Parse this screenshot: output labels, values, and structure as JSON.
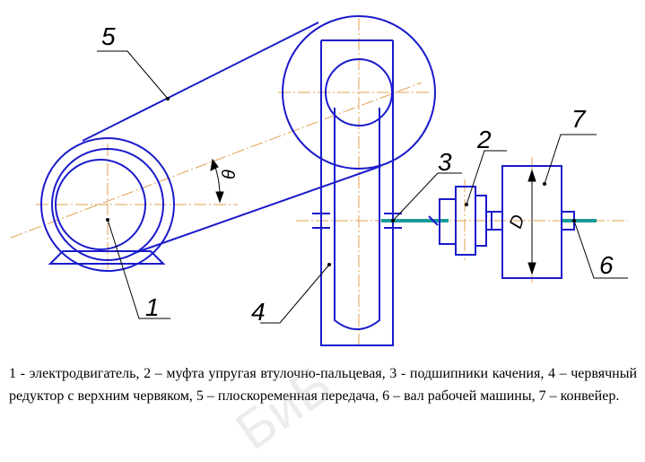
{
  "labels": {
    "l1": "1",
    "l2": "2",
    "l3": "3",
    "l4": "4",
    "l5": "5",
    "l6": "6",
    "l7": "7",
    "theta": "θ",
    "diameter": "D"
  },
  "caption": "1 - электродвигатель, 2 – муфта упругая втулочно-пальцевая, 3 - подшипники качения, 4 – червячный редуктор с верхним червяком, 5 – плоскоременная передача, 6 – вал рабочей машины, 7 – конвейер.",
  "watermark": "БиБ",
  "colors": {
    "outline": "#1a1acc",
    "centerline": "#e0a050",
    "shaft": "#1a9a9a",
    "leader": "#000000"
  }
}
